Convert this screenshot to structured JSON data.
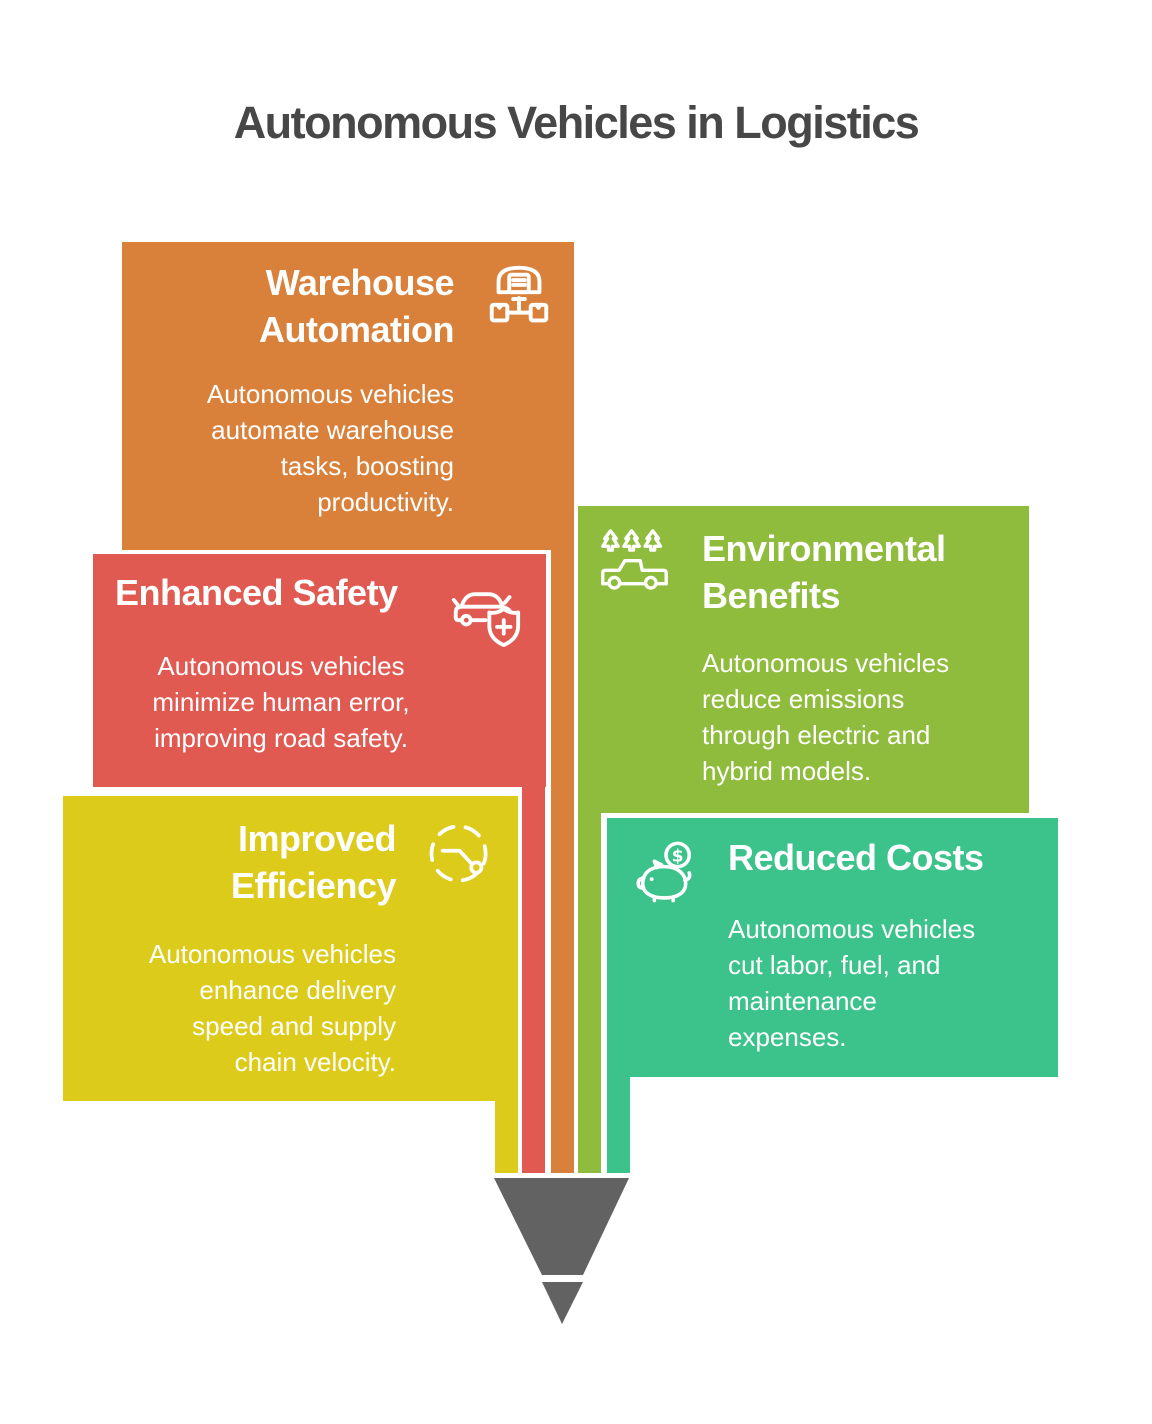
{
  "title": "Autonomous Vehicles in Logistics",
  "colors": {
    "orange": "#D9813B",
    "red": "#E15A52",
    "yellow": "#DCCB1B",
    "green": "#8FBC3C",
    "teal": "#3CC28B",
    "pencil_gray": "#626262",
    "title_text": "#474747"
  },
  "cards": [
    {
      "id": "warehouse-automation",
      "color": "#D9813B",
      "icon": "warehouse-automation-icon",
      "title_lines": [
        "Warehouse",
        "Automation"
      ],
      "body_lines": [
        "Autonomous vehicles",
        "automate warehouse",
        "tasks, boosting",
        "productivity."
      ]
    },
    {
      "id": "enhanced-safety",
      "color": "#E15A52",
      "icon": "car-safety-shield-icon",
      "title_lines": [
        "Enhanced Safety"
      ],
      "body_lines": [
        "Autonomous vehicles",
        "minimize human error,",
        "improving road safety."
      ]
    },
    {
      "id": "improved-efficiency",
      "color": "#DCCB1B",
      "icon": "speed-clock-icon",
      "title_lines": [
        "Improved",
        "Efficiency"
      ],
      "body_lines": [
        "Autonomous vehicles",
        "enhance delivery",
        "speed and supply",
        "chain velocity."
      ]
    },
    {
      "id": "environmental-benefits",
      "color": "#8FBC3C",
      "icon": "trees-truck-icon",
      "title_lines": [
        "Environmental",
        "Benefits"
      ],
      "body_lines": [
        "Autonomous vehicles",
        "reduce emissions",
        "through electric and",
        "hybrid models."
      ]
    },
    {
      "id": "reduced-costs",
      "color": "#3CC28B",
      "icon": "piggy-bank-icon",
      "coin_symbol": "$",
      "title_lines": [
        "Reduced Costs"
      ],
      "body_lines": [
        "Autonomous vehicles",
        "cut labor, fuel, and",
        "maintenance",
        "expenses."
      ]
    }
  ]
}
